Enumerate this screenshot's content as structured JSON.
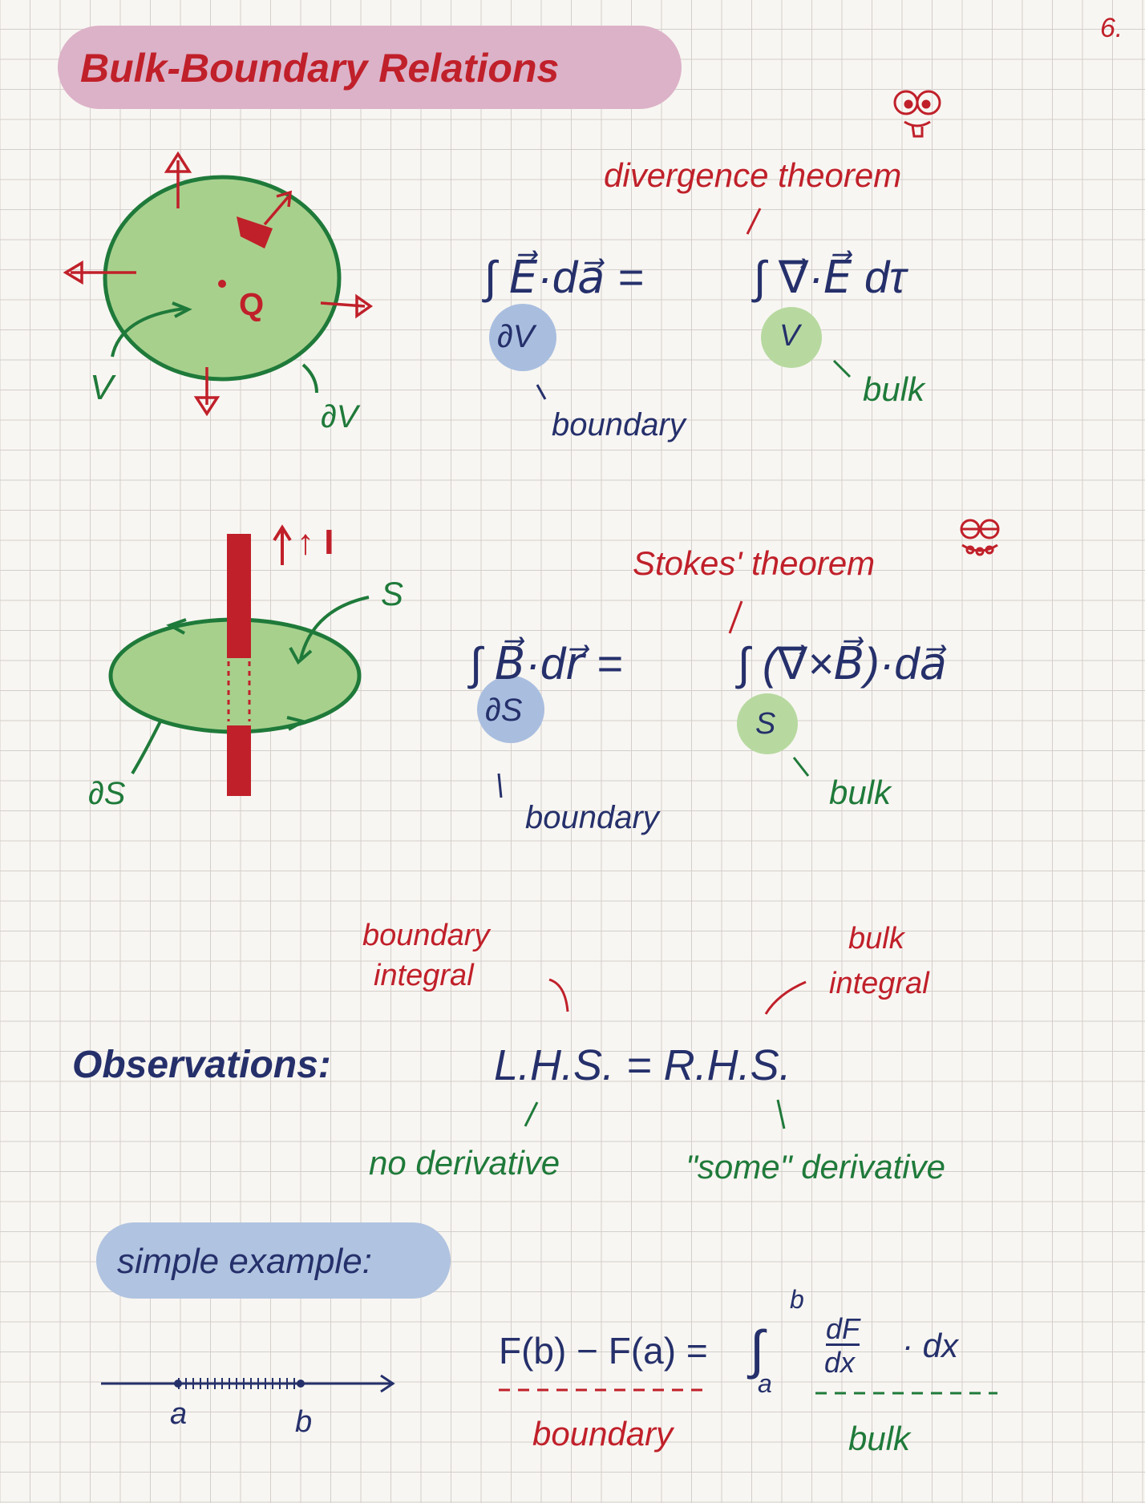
{
  "page_number": "6.",
  "title": "Bulk-Boundary Relations",
  "section1": {
    "theorem": "divergence theorem",
    "lhs": "∫ E⃗·da⃗ =",
    "rhs": "∫ ∇⃗·E⃗ dτ",
    "lhs_sub": "∂V",
    "rhs_sub": "V",
    "bulk": "bulk",
    "boundary": "boundary",
    "charge": "Q",
    "volume": "V",
    "surface": "∂V"
  },
  "section2": {
    "theorem": "Stokes' theorem",
    "lhs": "∫ B⃗·dr⃗ =",
    "rhs": "∫ (∇⃗×B⃗)·da⃗",
    "lhs_sub": "∂S",
    "rhs_sub": "S",
    "bulk": "bulk",
    "boundary": "boundary",
    "current": "↑ I",
    "surface": "S",
    "boundary_curve": "∂S"
  },
  "observations": {
    "label": "Observations:",
    "equation": "L.H.S. = R.H.S.",
    "left_top_1": "boundary",
    "left_top_2": "integral",
    "right_top_1": "bulk",
    "right_top_2": "integral",
    "left_bottom": "no derivative",
    "right_bottom": "\"some\" derivative"
  },
  "example": {
    "label": "simple example:",
    "lhs": "F(b) − F(a) =",
    "integral": "∫",
    "upper": "b",
    "lower": "a",
    "num": "dF",
    "den": "dx",
    "tail": "· dx",
    "boundary": "boundary",
    "bulk": "bulk",
    "point_a": "a",
    "point_b": "b"
  },
  "colors": {
    "red": "#c0202a",
    "navy": "#25306b",
    "green": "#1f7a3a"
  }
}
